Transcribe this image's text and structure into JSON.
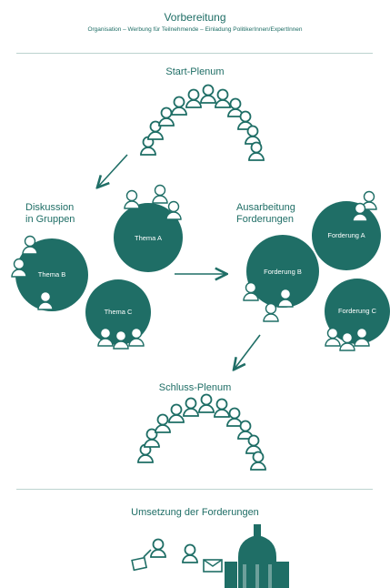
{
  "header": {
    "title": "Vorbereitung",
    "subtitle": "Organisation – Werbung für Teilnehmende – Einladung PolitikerInnen/ExpertInnen"
  },
  "start_plenum": {
    "label": "Start-Plenum"
  },
  "discussion": {
    "label_line1": "Diskussion",
    "label_line2": "in Gruppen",
    "groups": [
      "Thema A",
      "Thema B",
      "Thema C"
    ]
  },
  "elaboration": {
    "label_line1": "Ausarbeitung",
    "label_line2": "Forderungen",
    "groups": [
      "Forderung A",
      "Forderung B",
      "Forderung C"
    ]
  },
  "closing_plenum": {
    "label": "Schluss-Plenum"
  },
  "footer": {
    "title": "Umsetzung der Forderungen"
  },
  "colors": {
    "teal": "#1f6e66",
    "rule": "#bcd3cf",
    "background": "#ffffff"
  }
}
